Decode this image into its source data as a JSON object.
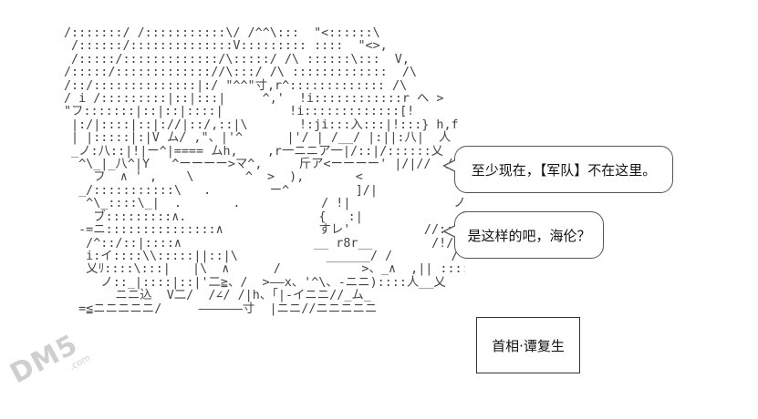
{
  "speech_bubbles": {
    "top": "至少现在，【军队】不在这里。",
    "middle": "是这样的吧，海伦？"
  },
  "caption": "首相·谭复生",
  "watermark": {
    "brand": "DM5",
    "domain": ".com"
  },
  "ascii_art": "/:::::::/ /:::::::::::\\/ /^^\\:::  \"<::::::\\\n /::::::/::::::::::::::V::::::::: ::::  \"<>,\n /:::::/:::::::::::::/\\:::::/ /\\ ::::::\\:::  V,\n/:::::/::::::::::::://\\:::/ /\\ :::::::::::::  /\\\n/::/::::::::::::::|:/ \"^^\"寸,r^::::::::::::: /\\\n/ i /:::::::::|::|:::|     ^,'  !i::::::::::::r へ >\n\"フ:::::::|::|::|::::|         !i:::::::::::::[!\n |:/|::::|::|://|::/,::|\\       !:ji:::入:::|!:::} h,f\n | |:::::|:|V ム/ ,\"、|'^      |'/ | /__/ |:||:八|  人\n _ノ:八::|!|ー^|==== ムh,    ,r一ニニア一|/::|/::::::乂\n  ^\\_|_八^|Y   ^ーーーー>マ^,     斤ア<ーーーー' |/|//  /^\n    フ  ∧ ' ,    \\       ^  >  ),       <              / イ八  f\n  _/:::::::::::\\   .        ー^         ]/|               ノ  /\\  ::\n   ^\\_::::\\_|  .       .           / !|              ノ/: : \\   r^\"\n    ブ:::::::::∧.                  {   :|             /::::::  \\\n  -=ニ:::::::::::::::∧             すレ'          //::|::::::::::> フ\n   /^::/::|::::∧                  __ r8r__        /!/:::::::: r^\n   i:イ::::\\\\:::::||::|\\            ______/ /        /  ||::::/::|::\\::|\n   乂ﾘ::::\\:::|   |\\  ∧      /           >、_∧  ,|| ::::::|::::|'\n     ノ::_|::::|::|'二≧、/  >——x、'^\\、-ニニ)::::人__乂\n       ニニ込  V二/  /∠/ /|h、「|-イニニ//_ム_\n  =≦ニニニニニ/     ——————寸  |ニニ//ニニニニニ"
}
